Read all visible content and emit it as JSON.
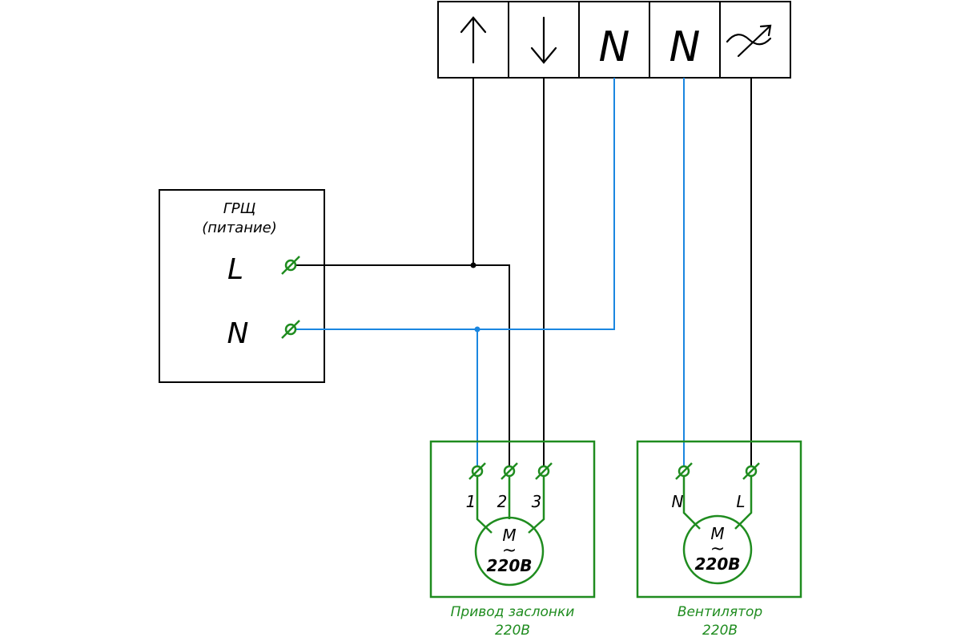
{
  "colors": {
    "line": "#000000",
    "neutral_wire": "#1a86e0",
    "equipment": "#1f8c1f",
    "background": "#ffffff"
  },
  "controller": {
    "terminals": [
      {
        "id": "up",
        "icon": "arrow-up-icon",
        "label": ""
      },
      {
        "id": "down",
        "icon": "arrow-down-icon",
        "label": ""
      },
      {
        "id": "n1",
        "icon": "",
        "label": "N"
      },
      {
        "id": "n2",
        "icon": "",
        "label": "N"
      },
      {
        "id": "fan",
        "icon": "fan-speed-regulator-icon",
        "label": ""
      }
    ]
  },
  "panel": {
    "title": "ГРЩ",
    "subtitle": "(питание)",
    "terminal_L": "L",
    "terminal_N": "N"
  },
  "damper_actuator": {
    "terminals": [
      "1",
      "2",
      "3"
    ],
    "motor_symbol": "M",
    "motor_ac": "~",
    "motor_voltage": "220В",
    "caption_line1": "Привод заслонки",
    "caption_line2": "220В"
  },
  "fan": {
    "terminals": [
      "N",
      "L"
    ],
    "motor_symbol": "M",
    "motor_ac": "~",
    "motor_voltage": "220В",
    "caption_line1": "Вентилятор",
    "caption_line2": "220В"
  }
}
